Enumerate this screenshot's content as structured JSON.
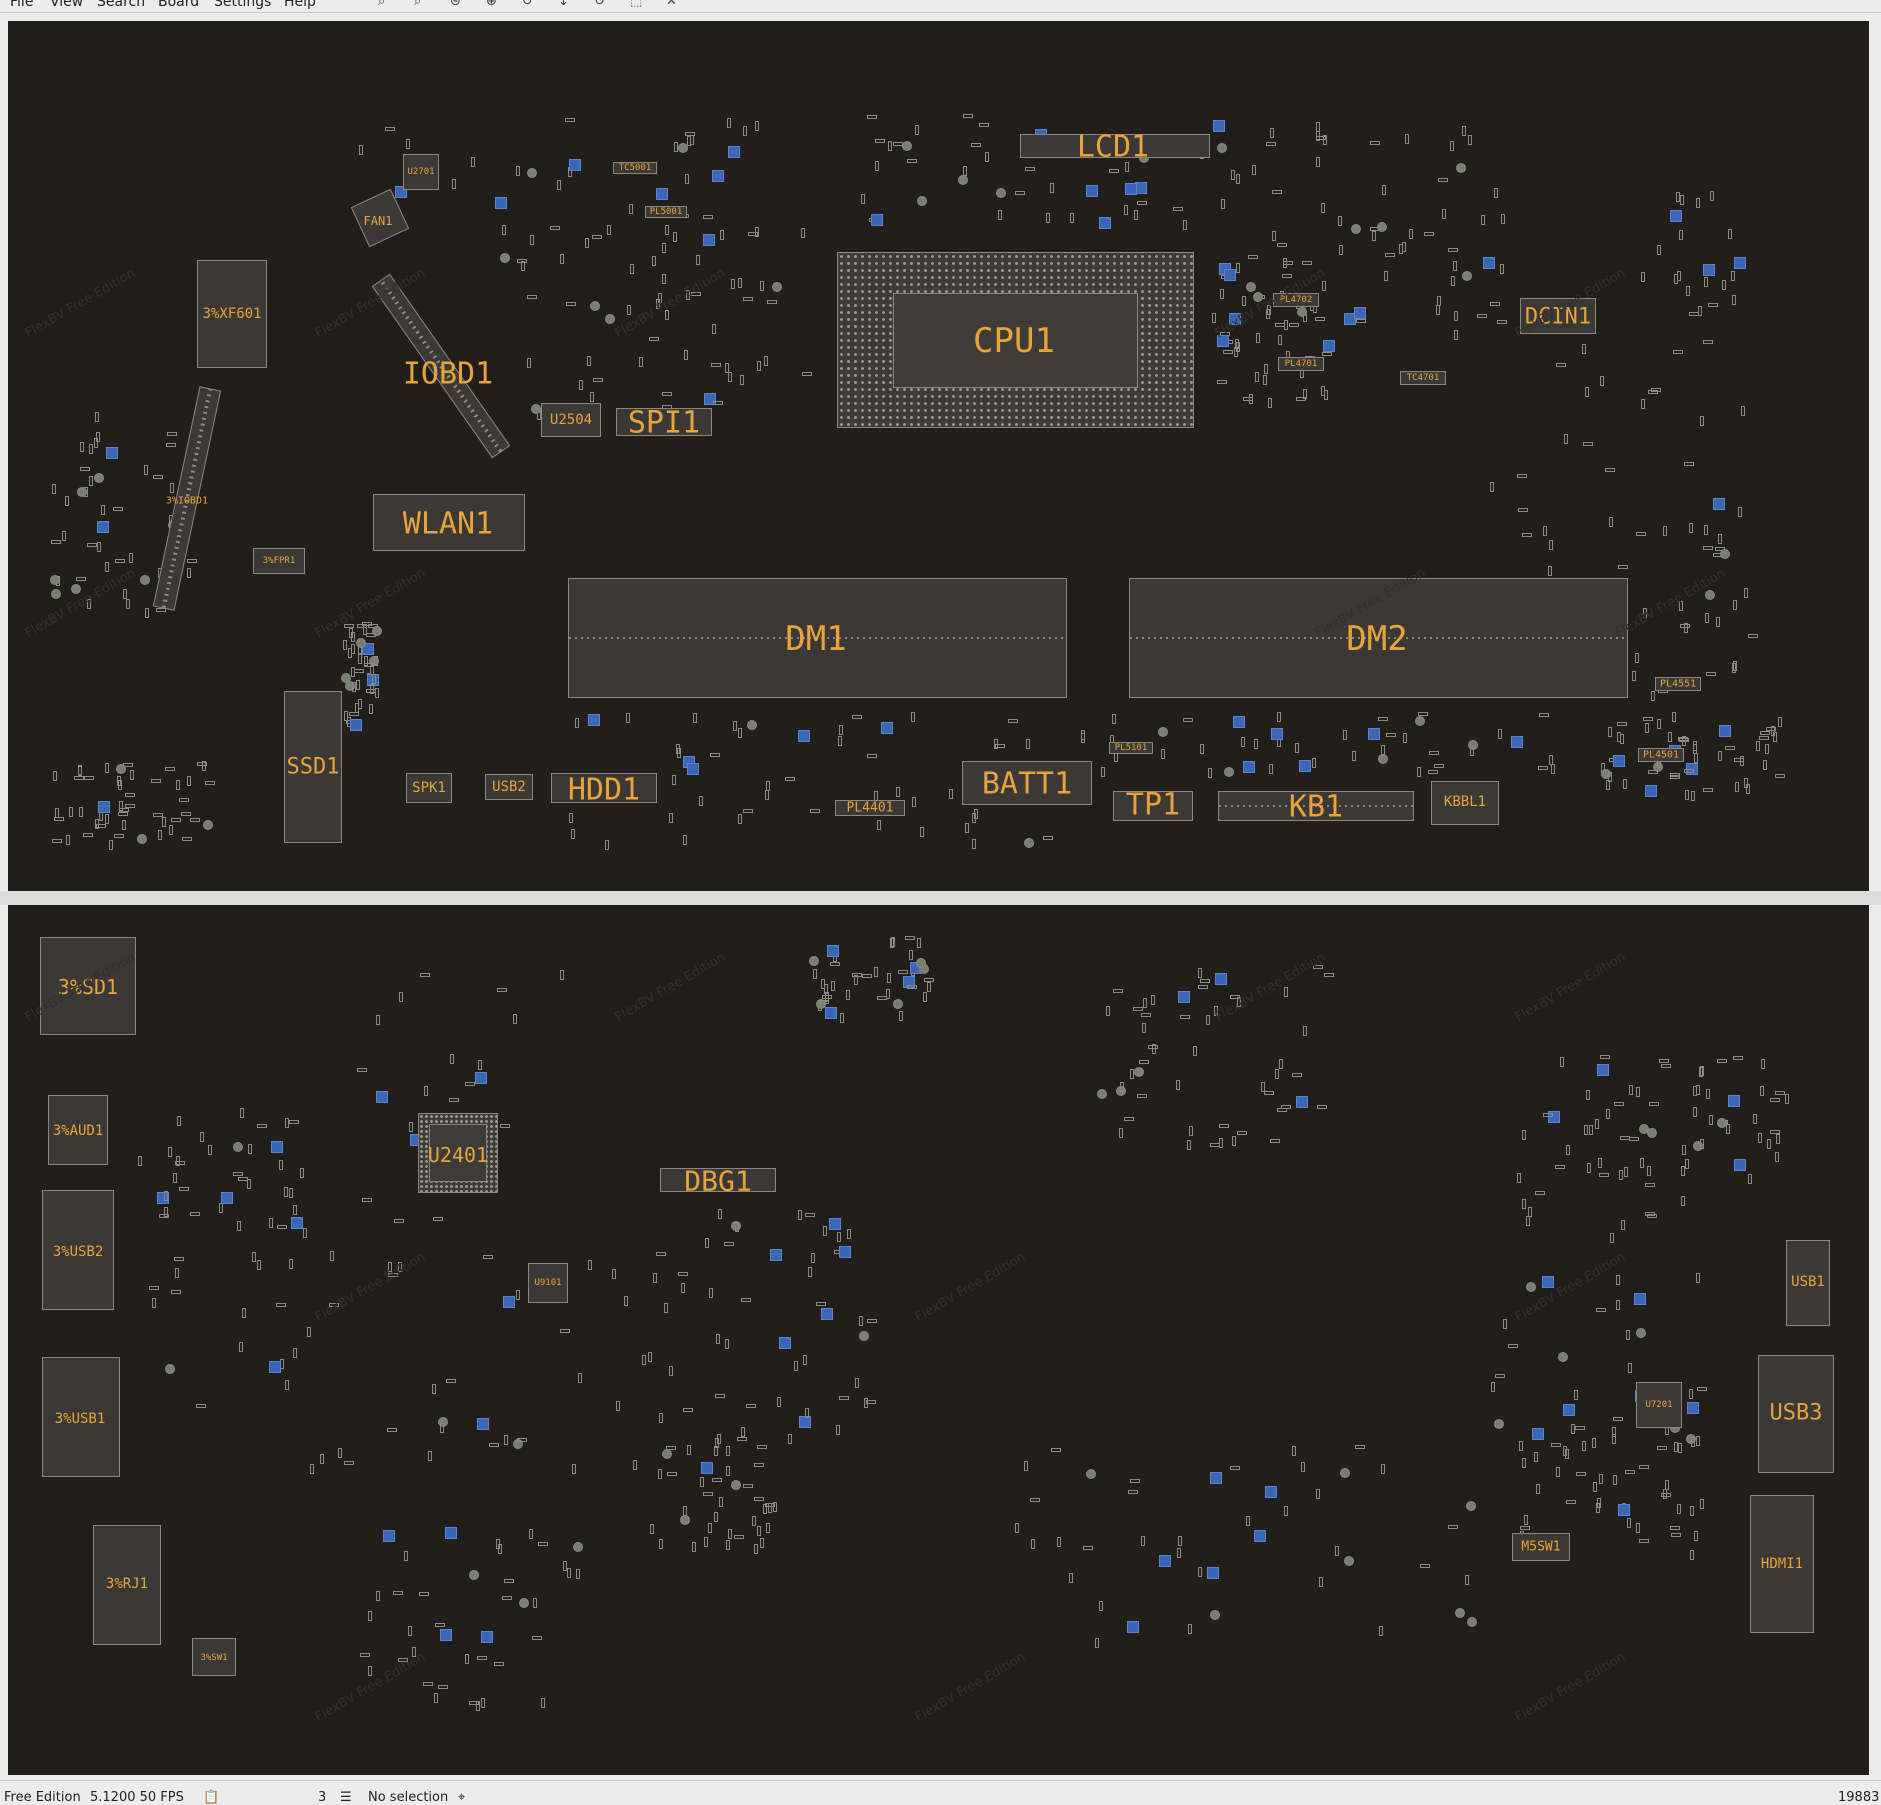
{
  "menu": {
    "items": [
      "File",
      "View",
      "Search",
      "Board",
      "Settings",
      "Help"
    ],
    "toolbar_icons": [
      "zoom-in-icon",
      "zoom-out-icon",
      "zoom-fit-icon",
      "zoom-reset-icon",
      "rotate-left-icon",
      "rotate-right-icon",
      "flip-icon",
      "rect-select-icon",
      "close-icon"
    ]
  },
  "top_side": {
    "components": {
      "cpu": "CPU1",
      "dm1": "DM1",
      "dm2": "DM2",
      "lcd": "LCD1",
      "iobd": "IOBD1",
      "wlan": "WLAN1",
      "spi": "SPI1",
      "ssd": "SSD1",
      "hdd": "HDD1",
      "batt": "BATT1",
      "tp": "TP1",
      "kb": "KB1",
      "kbbl": "KBBL1",
      "dcin": "DCIN1",
      "fan": "FAN1",
      "xf601": "3%XF601",
      "spk": "SPK1",
      "usb2": "USB2",
      "u2504": "U2504",
      "pl4401": "PL4401",
      "u2701": "U2701",
      "tc5001": "TC5001",
      "pl5001": "PL5001",
      "pl4702": "PL4702",
      "pl4701": "PL4701",
      "tc4701": "TC4701",
      "pl4551": "PL4551",
      "pl4501": "PL4501",
      "pl5101": "PL5101",
      "fpr": "3%FPR1",
      "iobd_small": "3%IOBD1"
    }
  },
  "bottom_side": {
    "components": {
      "sd": "3%SD1",
      "aud": "3%AUD1",
      "usb2": "3%USB2",
      "usb1": "3%USB1",
      "rj": "3%RJ1",
      "sw": "3%SW1",
      "u2401": "U2401",
      "dbg": "DBG1",
      "usb1_right": "USB1",
      "usb3": "USB3",
      "hdmi": "HDMI1",
      "msw": "M5SW1",
      "u7201": "U7201",
      "u9101": "U9101"
    }
  },
  "watermark": "FlexBV Free Edition",
  "status": {
    "edition": "Free Edition",
    "fps": "5.1200  50 FPS",
    "layer": "3",
    "selection": "No selection",
    "coords": "19883"
  },
  "colors": {
    "board": "#221f1b",
    "label": "#e8a33a",
    "outline": "#8a8782",
    "pad_blue": "#3b66b8",
    "pad_red": "#c84a46"
  }
}
